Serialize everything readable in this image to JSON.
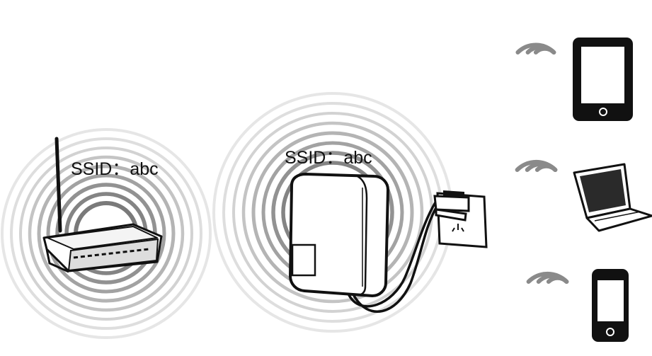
{
  "router": {
    "ssid_label": "SSID：abc"
  },
  "extender": {
    "ssid_label": "SSID：abc"
  },
  "clients": [
    "tablet",
    "laptop",
    "smartphone"
  ],
  "icons": [
    "router-icon",
    "range-extender-icon",
    "wall-socket-icon",
    "tablet-icon",
    "laptop-icon",
    "smartphone-icon",
    "wifi-signal-icon"
  ],
  "colors": {
    "ink": "#111111",
    "ring_dark": "#7a7a7a",
    "ring_light": "#dcdcdc",
    "device_body": "#ffffff"
  }
}
